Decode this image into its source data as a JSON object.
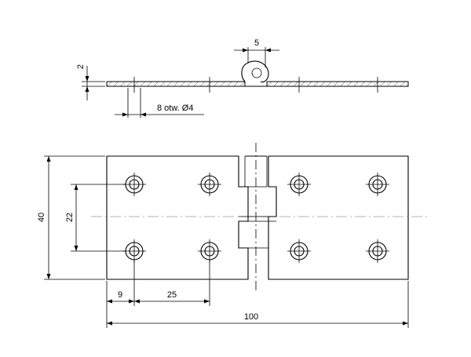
{
  "dimensions": {
    "leaf_thickness": "2",
    "knuckle_diameter": "5",
    "holes_callout": "8 otw. Ø4",
    "height": "40",
    "hole_spacing_vertical": "22",
    "edge_to_hole": "9",
    "hole_spacing_horizontal": "25",
    "total_length": "100"
  }
}
